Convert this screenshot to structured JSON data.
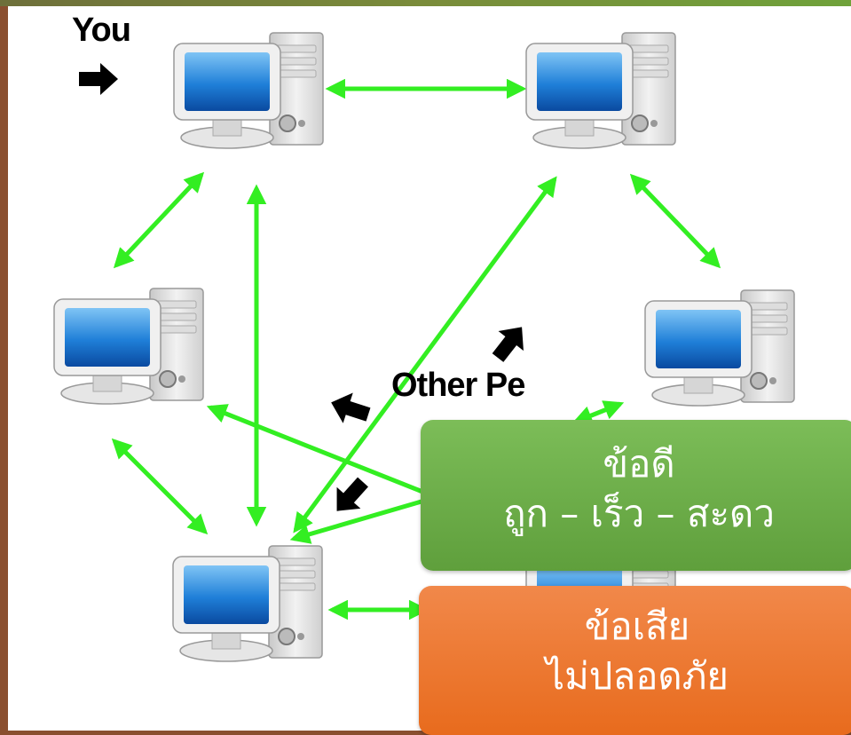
{
  "labels": {
    "you": "You",
    "other_peers": "Other Pe"
  },
  "pros": {
    "title": "ข้อดี",
    "text": "ถูก – เร็ว – สะดว"
  },
  "cons": {
    "title": "ข้อเสีย",
    "text": "ไม่ปลอดภัย"
  },
  "colors": {
    "link": "#33ee22",
    "pros_bg": "#6aaa45",
    "cons_bg": "#ee7a30",
    "frame": "#8a4f2f"
  },
  "icons": [
    "computer-icon",
    "arrow-icon"
  ]
}
